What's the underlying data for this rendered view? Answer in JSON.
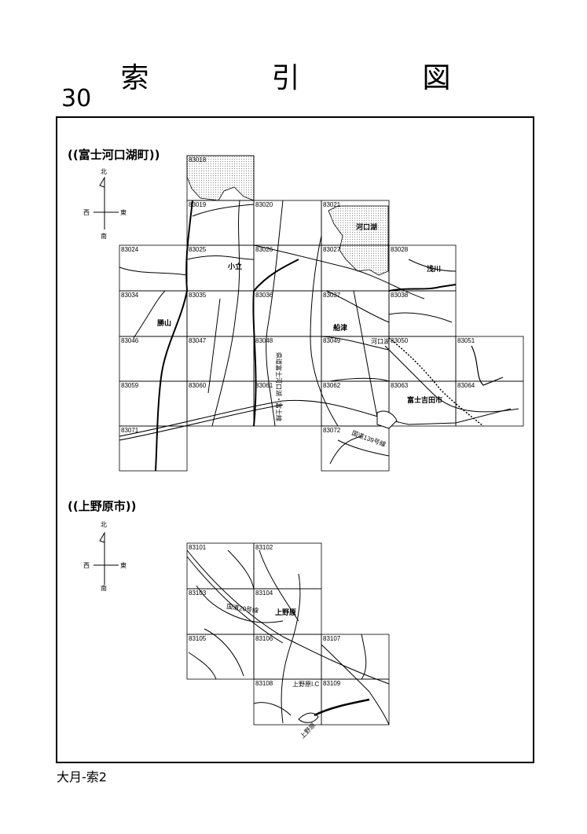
{
  "title": "索　引　図",
  "page_number": "30",
  "footer": "大月-索2",
  "compass": {
    "north": "北",
    "south": "南",
    "east": "東",
    "west": "西"
  },
  "section1": {
    "heading": "((富士河口湖町))",
    "tiles": [
      "83018",
      "83019",
      "83020",
      "83021",
      "83024",
      "83025",
      "83026",
      "83027",
      "83028",
      "83034",
      "83035",
      "83036",
      "83037",
      "83038",
      "83046",
      "83047",
      "83048",
      "83049",
      "83050",
      "83051",
      "83059",
      "83060",
      "83061",
      "83062",
      "83063",
      "83064",
      "83071",
      "83072"
    ],
    "places": [
      "河口湖",
      "浅川",
      "小立",
      "勝山",
      "船津",
      "河口湖",
      "富士吉田市"
    ],
    "roads": [
      "国道139号線",
      "県道富士河口湖・富士線"
    ]
  },
  "section2": {
    "heading": "((上野原市))",
    "tiles": [
      "83101",
      "83102",
      "83103",
      "83104",
      "83105",
      "83106",
      "83107",
      "83108",
      "83109"
    ],
    "places": [
      "上野原",
      "上野原I.C",
      "上野原"
    ],
    "roads": [
      "国道20号線"
    ]
  }
}
